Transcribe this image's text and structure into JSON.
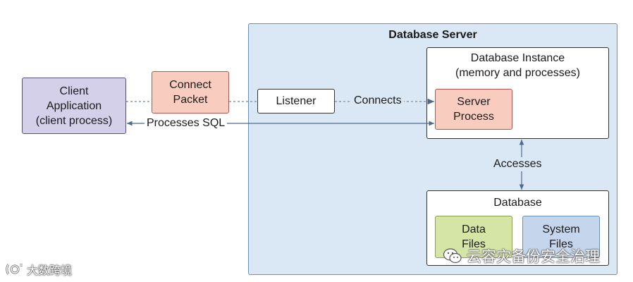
{
  "server": {
    "title": "Database Server"
  },
  "instance": {
    "title": "Database Instance\n(memory and processes)"
  },
  "database": {
    "title": "Database"
  },
  "nodes": {
    "client": "Client\nApplication\n(client process)",
    "connect_packet": "Connect\nPacket",
    "listener": "Listener",
    "server_process": "Server\nProcess",
    "data_files": "Data\nFiles",
    "system_files": "System\nFiles"
  },
  "edges": {
    "connects": "Connects",
    "processes_sql": "Processes SQL",
    "accesses": "Accesses"
  },
  "colors": {
    "server_fill": "#dae8f5",
    "client_fill": "#d5d0ea",
    "packet_fill": "#f8cdbf",
    "data_files_fill": "#d4e5a6",
    "system_files_fill": "#c5d6ec",
    "edge": "#4d6b8a"
  },
  "watermarks": {
    "right": "云容灾备份安全治理",
    "left": "大数跨境"
  }
}
